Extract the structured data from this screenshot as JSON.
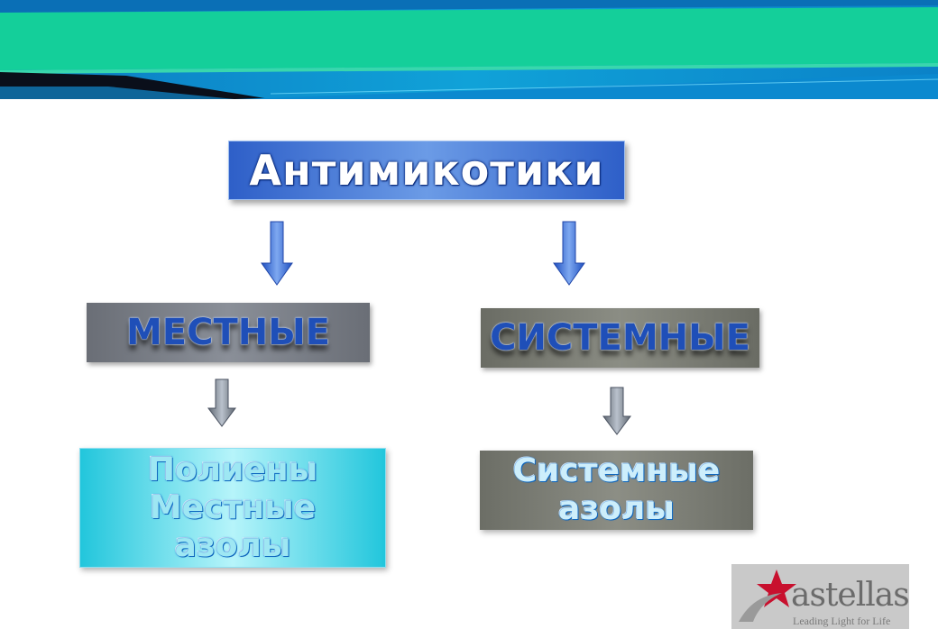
{
  "diagram": {
    "root": {
      "label": "Антимикотики"
    },
    "branches": [
      {
        "label": "МЕСТНЫЕ",
        "child_lines": [
          "Полиены",
          "Местные",
          "азолы"
        ]
      },
      {
        "label": "СИСТЕМНЫЕ",
        "child_lines": [
          "Системные",
          "азолы"
        ]
      }
    ]
  },
  "logo": {
    "name": "astellas",
    "tagline": "Leading Light for Life"
  },
  "colors": {
    "header_teal": "#13cf9b",
    "header_blue": "#0a8fd0",
    "root_blue": "#2e5fc8",
    "arrow_blue": "#3b6fe0",
    "gray_box": "#7b7f87",
    "cyan_box": "#5fdcec",
    "logo_red": "#c8102e"
  }
}
